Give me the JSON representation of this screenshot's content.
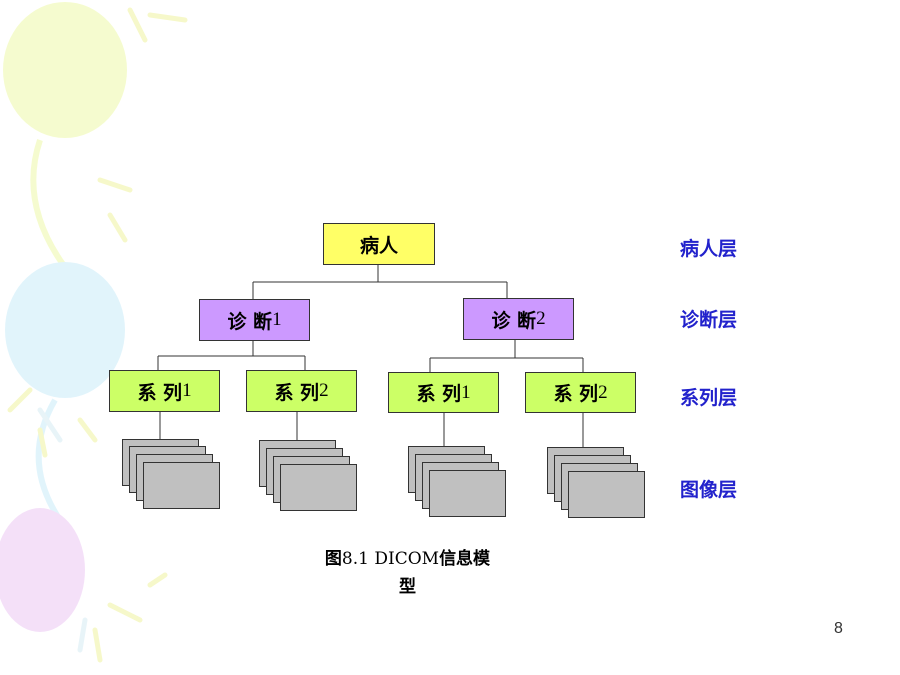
{
  "diagram": {
    "patient": "病人",
    "diagnoses": [
      {
        "label": "诊 断",
        "num": "1"
      },
      {
        "label": "诊 断",
        "num": "2"
      }
    ],
    "series": [
      {
        "label": "系 列",
        "num": "1"
      },
      {
        "label": "系 列",
        "num": "2"
      },
      {
        "label": "系 列",
        "num": "1"
      },
      {
        "label": "系 列",
        "num": "2"
      }
    ],
    "layers": [
      "病人层",
      "诊断层",
      "系列层",
      "图像层"
    ],
    "caption": {
      "prefix": "图",
      "line1": "8.1  DICOM",
      "suffix": "信息模",
      "line2": "型"
    }
  },
  "page_number": "8",
  "colors": {
    "patient_box": "#ffff66",
    "diagnosis_box": "#cc99ff",
    "series_box": "#ccff66",
    "image_stack": "#c0c0c0",
    "layer_label": "#2222cc"
  }
}
